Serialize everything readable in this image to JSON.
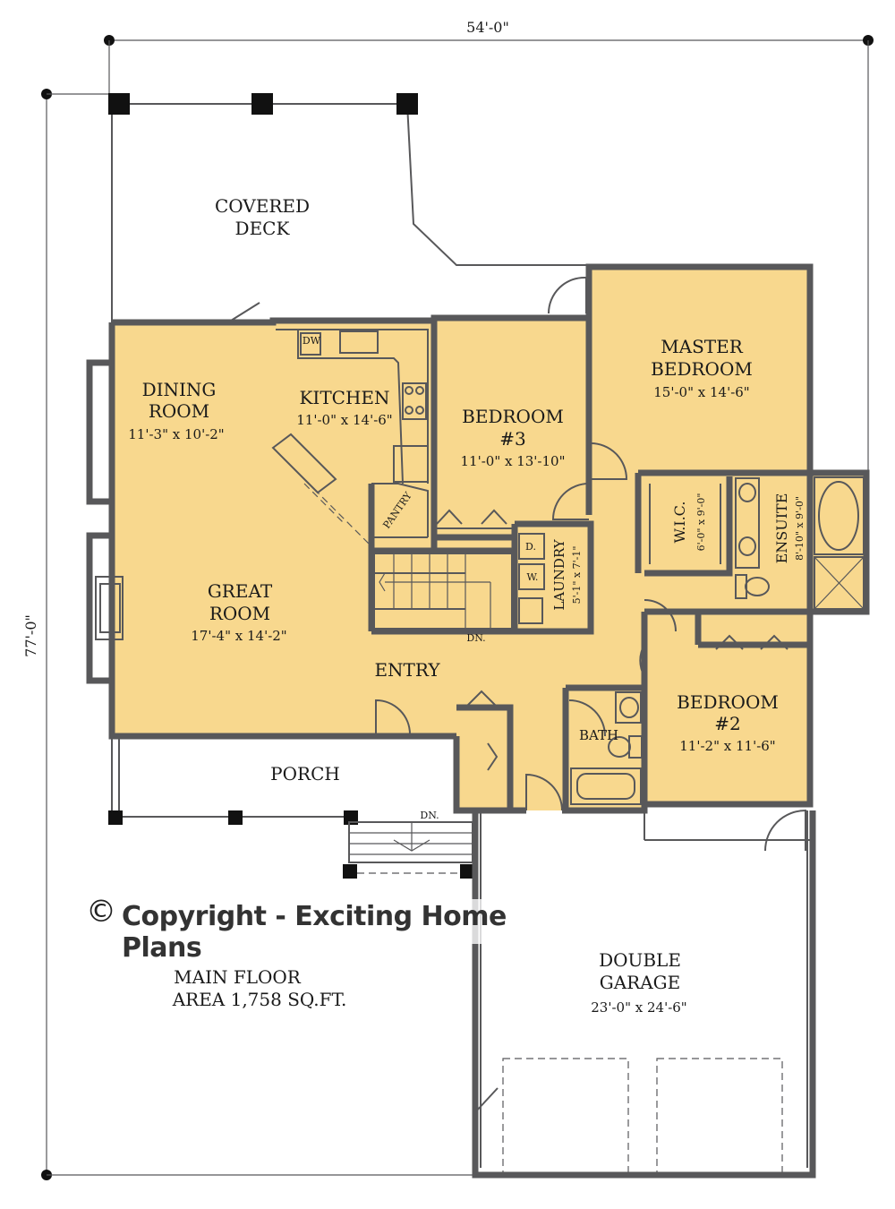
{
  "dimensions": {
    "width_label": "54'-0\"",
    "depth_label": "77'-0\""
  },
  "rooms": {
    "covered_deck": {
      "line1": "COVERED",
      "line2": "DECK"
    },
    "dining": {
      "line1": "DINING",
      "line2": "ROOM",
      "size": "11'-3\" x 10'-2\""
    },
    "kitchen": {
      "name": "KITCHEN",
      "size": "11'-0\" x 14'-6\""
    },
    "bedroom3": {
      "line1": "BEDROOM",
      "line2": "#3",
      "size": "11'-0\" x 13'-10\""
    },
    "master": {
      "line1": "MASTER",
      "line2": "BEDROOM",
      "size": "15'-0\" x 14'-6\""
    },
    "pantry": {
      "name": "PANTRY"
    },
    "laundry": {
      "name": "LAUNDRY",
      "size": "5'-1\" x 7'-1\"",
      "dryer": "D.",
      "washer": "W."
    },
    "wic": {
      "name": "W.I.C.",
      "size": "6'-0\" x 9'-0\""
    },
    "ensuite": {
      "name": "ENSUITE",
      "size": "8'-10\" x 9'-0\""
    },
    "great_room": {
      "line1": "GREAT",
      "line2": "ROOM",
      "size": "17'-4\" x 14'-2\""
    },
    "entry": {
      "name": "ENTRY"
    },
    "bath": {
      "name": "BATH"
    },
    "bedroom2": {
      "line1": "BEDROOM",
      "line2": "#2",
      "size": "11'-2\" x 11'-6\""
    },
    "porch": {
      "name": "PORCH"
    },
    "garage": {
      "line1": "DOUBLE",
      "line2": "GARAGE",
      "size": "23'-0\" x 24'-6\""
    }
  },
  "stairs": {
    "down_label": "DN.",
    "porch_down_label": "DN."
  },
  "fixtures": {
    "dishwasher": "DW"
  },
  "area": {
    "line1": "MAIN FLOOR",
    "line2": "AREA 1,758 SQ.FT."
  },
  "watermark": {
    "symbol": "©",
    "text": "Copyright - Exciting Home Plans"
  },
  "colors": {
    "floor": "#f8d88e",
    "wall": "#58585a",
    "post": "#111111"
  }
}
